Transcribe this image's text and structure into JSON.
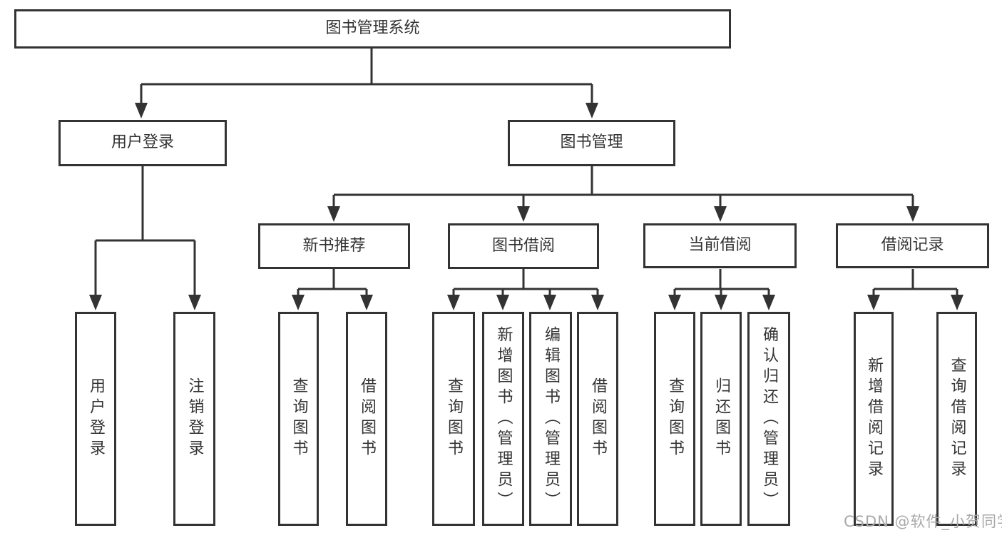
{
  "diagram": {
    "title": "图书管理系统",
    "nodes": [
      {
        "id": "root",
        "label": "图书管理系统"
      },
      {
        "id": "user-login",
        "label": "用户登录"
      },
      {
        "id": "book-mgmt",
        "label": "图书管理"
      },
      {
        "id": "new-book-rec",
        "label": "新书推荐"
      },
      {
        "id": "book-borrow",
        "label": "图书借阅"
      },
      {
        "id": "current-borrow",
        "label": "当前借阅"
      },
      {
        "id": "borrow-records",
        "label": "借阅记录"
      },
      {
        "id": "leaf-user-login",
        "label": "用户登录"
      },
      {
        "id": "leaf-logout",
        "label": "注销登录"
      },
      {
        "id": "leaf-query-book-1",
        "label": "查询图书"
      },
      {
        "id": "leaf-borrow-book-1",
        "label": "借阅图书"
      },
      {
        "id": "leaf-query-book-2",
        "label": "查询图书"
      },
      {
        "id": "leaf-add-book",
        "label": "新增图书（管理员）"
      },
      {
        "id": "leaf-edit-book",
        "label": "编辑图书（管理员）"
      },
      {
        "id": "leaf-borrow-book-2",
        "label": "借阅图书"
      },
      {
        "id": "leaf-query-book-3",
        "label": "查询图书"
      },
      {
        "id": "leaf-return-book",
        "label": "归还图书"
      },
      {
        "id": "leaf-confirm-return",
        "label": "确认归还（管理员）"
      },
      {
        "id": "leaf-add-borrow-record",
        "label": "新增借阅记录"
      },
      {
        "id": "leaf-query-borrow-record",
        "label": "查询借阅记录"
      }
    ]
  },
  "watermark": {
    "text": "CSDN @软件_小贺同学"
  },
  "colors": {
    "line": "#333333",
    "box_border": "#333333",
    "box_background": "#ffffff",
    "text": "#333333",
    "watermark": "#a9a9a9"
  }
}
